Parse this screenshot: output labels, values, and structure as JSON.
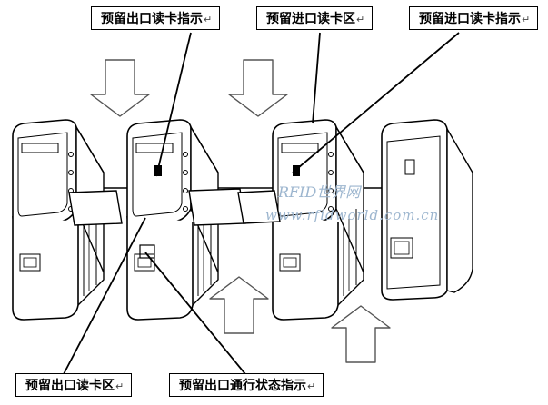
{
  "labels": {
    "exit_reader_indicator": "预留出口读卡指示",
    "entry_reader_zone": "预留进口读卡区",
    "entry_reader_indicator": "预留进口读卡指示",
    "exit_reader_zone": "预留出口读卡区",
    "exit_passage_status_indicator": "预留出口通行状态指示",
    "paragraph_mark": "↵"
  },
  "watermark": {
    "main": "RFID世界网",
    "url": "www.rfidworld.com.cn"
  },
  "colors": {
    "line": "#000000",
    "watermark": "#9db6cf",
    "background": "#ffffff"
  }
}
